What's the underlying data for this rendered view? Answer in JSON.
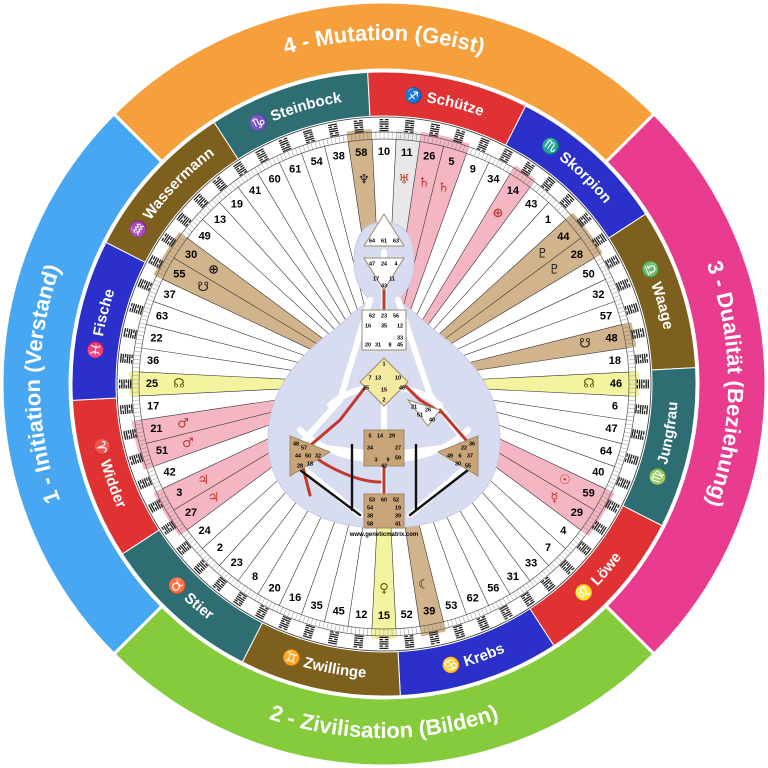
{
  "quarters": [
    {
      "label": "4 - Mutation (Geist)",
      "color": "#f5a03c",
      "start": -45,
      "end": 45
    },
    {
      "label": "3 - Dualität (Beziehung)",
      "color": "#ea3c8e",
      "start": 45,
      "end": 135
    },
    {
      "label": "2 - Zivilisation (Bilden)",
      "color": "#86cb3c",
      "start": 135,
      "end": 225
    },
    {
      "label": "1 - Initiation (Verstand)",
      "color": "#47a7f2",
      "start": 225,
      "end": 315
    }
  ],
  "signs": [
    {
      "label": "Steinbock",
      "glyph": "♑",
      "color": "#2e6e73",
      "start": -33,
      "end": -3
    },
    {
      "label": "Schütze",
      "glyph": "♐",
      "color": "#e03232",
      "start": -3,
      "end": 27
    },
    {
      "label": "Skorpion",
      "glyph": "♏",
      "color": "#2a30c9",
      "start": 27,
      "end": 57
    },
    {
      "label": "Waage",
      "glyph": "♎",
      "color": "#7d5f1e",
      "start": 57,
      "end": 87
    },
    {
      "label": "Jungfrau",
      "glyph": "♍",
      "color": "#2e6e73",
      "start": 87,
      "end": 117
    },
    {
      "label": "Löwe",
      "glyph": "♌",
      "color": "#e03232",
      "start": 117,
      "end": 147
    },
    {
      "label": "Krebs",
      "glyph": "♋",
      "color": "#2a30c9",
      "start": 147,
      "end": 177
    },
    {
      "label": "Zwillinge",
      "glyph": "♊",
      "color": "#7d5f1e",
      "start": 177,
      "end": 207
    },
    {
      "label": "Stier",
      "glyph": "♉",
      "color": "#2e6e73",
      "start": 207,
      "end": 237
    },
    {
      "label": "Widder",
      "glyph": "♈",
      "color": "#e03232",
      "start": 237,
      "end": 267
    },
    {
      "label": "Fische",
      "glyph": "♓",
      "color": "#2a30c9",
      "start": 267,
      "end": 297
    },
    {
      "label": "Wassermann",
      "glyph": "♒",
      "color": "#7d5f1e",
      "start": 297,
      "end": 327
    }
  ],
  "gates": [
    {
      "n": "10",
      "hl": "",
      "p": ""
    },
    {
      "n": "11",
      "hl": "#e8e8e8",
      "p": "♅"
    },
    {
      "n": "26",
      "hl": "#f4b6c2",
      "p": "♄"
    },
    {
      "n": "5",
      "hl": "#f4b6c2",
      "p": "♄"
    },
    {
      "n": "9",
      "hl": "",
      "p": ""
    },
    {
      "n": "34",
      "hl": "",
      "p": ""
    },
    {
      "n": "14",
      "hl": "#f4b6c2",
      "p": "⊕"
    },
    {
      "n": "43",
      "hl": "",
      "p": ""
    },
    {
      "n": "1",
      "hl": "",
      "p": ""
    },
    {
      "n": "44",
      "hl": "#d2b48c",
      "p": "♇"
    },
    {
      "n": "28",
      "hl": "#d2b48c",
      "p": "♇"
    },
    {
      "n": "50",
      "hl": "",
      "p": ""
    },
    {
      "n": "32",
      "hl": "",
      "p": ""
    },
    {
      "n": "57",
      "hl": "",
      "p": ""
    },
    {
      "n": "48",
      "hl": "#d2b48c",
      "p": "☋"
    },
    {
      "n": "18",
      "hl": "",
      "p": ""
    },
    {
      "n": "46",
      "hl": "#f4f4a0",
      "p": "☊"
    },
    {
      "n": "6",
      "hl": "",
      "p": ""
    },
    {
      "n": "47",
      "hl": "",
      "p": ""
    },
    {
      "n": "64",
      "hl": "",
      "p": ""
    },
    {
      "n": "40",
      "hl": "",
      "p": ""
    },
    {
      "n": "59",
      "hl": "#f4b6c2",
      "p": "☉"
    },
    {
      "n": "29",
      "hl": "#f4b6c2",
      "p": "☿"
    },
    {
      "n": "4",
      "hl": "",
      "p": ""
    },
    {
      "n": "7",
      "hl": "",
      "p": ""
    },
    {
      "n": "33",
      "hl": "",
      "p": ""
    },
    {
      "n": "31",
      "hl": "",
      "p": ""
    },
    {
      "n": "56",
      "hl": "",
      "p": ""
    },
    {
      "n": "62",
      "hl": "",
      "p": ""
    },
    {
      "n": "53",
      "hl": "",
      "p": ""
    },
    {
      "n": "39",
      "hl": "#d2b48c",
      "p": "☾"
    },
    {
      "n": "52",
      "hl": "",
      "p": ""
    },
    {
      "n": "15",
      "hl": "#f4f4a0",
      "p": "♀"
    },
    {
      "n": "12",
      "hl": "",
      "p": ""
    },
    {
      "n": "45",
      "hl": "",
      "p": ""
    },
    {
      "n": "35",
      "hl": "",
      "p": ""
    },
    {
      "n": "16",
      "hl": "",
      "p": ""
    },
    {
      "n": "20",
      "hl": "",
      "p": ""
    },
    {
      "n": "8",
      "hl": "",
      "p": ""
    },
    {
      "n": "23",
      "hl": "",
      "p": ""
    },
    {
      "n": "2",
      "hl": "",
      "p": ""
    },
    {
      "n": "24",
      "hl": "",
      "p": ""
    },
    {
      "n": "27",
      "hl": "#f4b6c2",
      "p": "♃"
    },
    {
      "n": "3",
      "hl": "#f4b6c2",
      "p": "♃"
    },
    {
      "n": "42",
      "hl": "",
      "p": ""
    },
    {
      "n": "51",
      "hl": "#f4b6c2",
      "p": "♂"
    },
    {
      "n": "21",
      "hl": "#f4b6c2",
      "p": "♂"
    },
    {
      "n": "17",
      "hl": "",
      "p": ""
    },
    {
      "n": "25",
      "hl": "#f4f4a0",
      "p": "☊"
    },
    {
      "n": "36",
      "hl": "",
      "p": ""
    },
    {
      "n": "22",
      "hl": "",
      "p": ""
    },
    {
      "n": "63",
      "hl": "",
      "p": ""
    },
    {
      "n": "37",
      "hl": "",
      "p": ""
    },
    {
      "n": "55",
      "hl": "#d2b48c",
      "p": "☋"
    },
    {
      "n": "30",
      "hl": "#d2b48c",
      "p": "⊕"
    },
    {
      "n": "49",
      "hl": "",
      "p": ""
    },
    {
      "n": "13",
      "hl": "",
      "p": ""
    },
    {
      "n": "19",
      "hl": "",
      "p": ""
    },
    {
      "n": "41",
      "hl": "",
      "p": ""
    },
    {
      "n": "60",
      "hl": "",
      "p": ""
    },
    {
      "n": "61",
      "hl": "",
      "p": ""
    },
    {
      "n": "54",
      "hl": "",
      "p": ""
    },
    {
      "n": "38",
      "hl": "",
      "p": ""
    },
    {
      "n": "58",
      "hl": "#d2b48c",
      "p": "♆"
    }
  ],
  "center": {
    "head": [
      "64",
      "61",
      "63"
    ],
    "ajna_top": [
      "47",
      "24",
      "4"
    ],
    "ajna_bottom": [
      "17",
      "43",
      "11"
    ],
    "throat_top": [
      "62",
      "23",
      "56"
    ],
    "throat_mid": [
      "16",
      "35",
      "12"
    ],
    "throat_bot": [
      "20",
      "31",
      "8",
      "33",
      "45"
    ],
    "g_center": [
      "1",
      "7",
      "13",
      "10",
      "25",
      "15",
      "46",
      "2"
    ],
    "heart": [
      "21",
      "51",
      "26",
      "40"
    ],
    "sacral": [
      "5",
      "14",
      "29",
      "34",
      "27",
      "59",
      "3",
      "9",
      "42"
    ],
    "spleen": [
      "48",
      "57",
      "44",
      "50",
      "32",
      "28",
      "18"
    ],
    "solar": [
      "36",
      "22",
      "37",
      "6",
      "49",
      "55",
      "30"
    ],
    "root": [
      "53",
      "60",
      "52",
      "54",
      "19",
      "38",
      "39",
      "58",
      "41"
    ],
    "url": "www.geneticmatrix.com"
  }
}
